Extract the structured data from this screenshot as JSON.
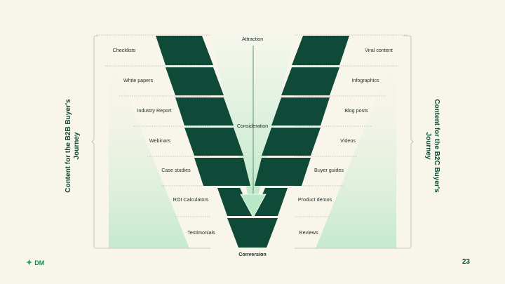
{
  "diagram": {
    "center_labels": {
      "top": "Attraction",
      "middle": "Consideration",
      "bottom": "Conversion"
    },
    "left_title": "Content for the B2B Buyer's Journey",
    "right_title": "Content for the B2C Buyer's Journey",
    "left_items": [
      "Checklists",
      "White papers",
      "Industry Report",
      "Webinars",
      "Case studies",
      "ROI Calculators",
      "Testimonials"
    ],
    "right_items": [
      "Viral content",
      "Infographics",
      "Blog posts",
      "Videos",
      "Buyer guides",
      "Product demos",
      "Reviews"
    ]
  },
  "footer": {
    "logo_text": "DM",
    "logo_icon": "sparkle-icon",
    "page_number": "23"
  },
  "colors": {
    "background": "#f8f5ea",
    "dark_green": "#0e4a37",
    "light_green": "#c9ecd4",
    "accent": "#21a35a"
  }
}
